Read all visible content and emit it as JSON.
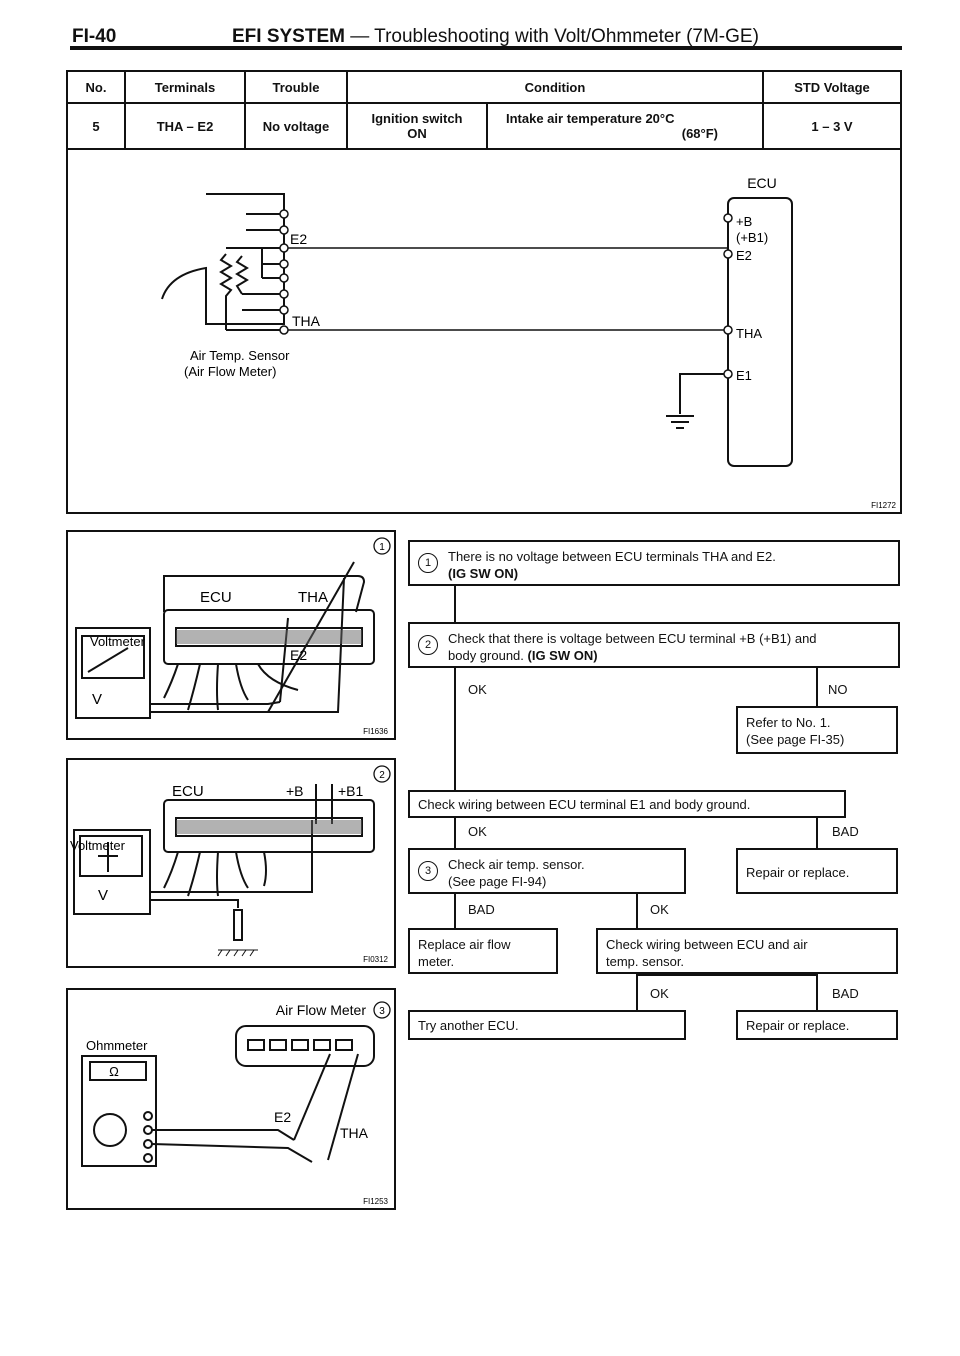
{
  "header": {
    "page_code": "FI-40",
    "title_bold": "EFI SYSTEM",
    "title_rest": " — Troubleshooting with Volt/Ohmmeter (7M-GE)"
  },
  "spec_table": {
    "headers": [
      "No.",
      "Terminals",
      "Trouble",
      "Condition",
      "STD Voltage"
    ],
    "row": {
      "no": "5",
      "terminals": "THA – E2",
      "trouble": "No voltage",
      "condition_1_line1": "Ignition switch",
      "condition_1_line2": "ON",
      "condition_2_line1": "Intake air temperature 20°C",
      "condition_2_line2": "(68°F)",
      "std_voltage": "1 – 3 V"
    }
  },
  "wiring_diagram": {
    "ecu_label": "ECU",
    "ecu_pins": [
      "+B",
      "(+B1)",
      "E2",
      "THA",
      "E1"
    ],
    "sensor_e2": "E2",
    "sensor_tha": "THA",
    "sensor_label_1": "Air Temp. Sensor",
    "sensor_label_2": "(Air Flow Meter)",
    "fig_code": "FI1272"
  },
  "panel1": {
    "step": "1",
    "ecu": "ECU",
    "tha": "THA",
    "e2": "E2",
    "meter": "Voltmeter",
    "v": "V",
    "fig_code": "FI1636"
  },
  "panel2": {
    "step": "2",
    "ecu": "ECU",
    "b": "+B",
    "b1": "+B1",
    "meter": "Voltmeter",
    "v": "V",
    "fig_code": "FI0312"
  },
  "panel3": {
    "step": "3",
    "title": "Air Flow Meter",
    "meter": "Ohmmeter",
    "ohm": "Ω",
    "e2": "E2",
    "tha": "THA",
    "fig_code": "FI1253"
  },
  "flow": {
    "step1_num": "1",
    "step1_line1": "There is no voltage between ECU terminals THA and E2.",
    "step1_line2": "(IG SW ON)",
    "step2_num": "2",
    "step2_line1": "Check that there is voltage between ECU terminal +B (+B1) and",
    "step2_line2a": "body ground. ",
    "step2_line2b": "(IG SW ON)",
    "ok_1": "OK",
    "no_1": "NO",
    "refer_line1": "Refer to No. 1.",
    "refer_line2": "(See page FI-35)",
    "check_e1": "Check wiring between ECU terminal E1 and body ground.",
    "ok_2": "OK",
    "bad_2": "BAD",
    "step3_num": "3",
    "step3_line1": "Check air temp. sensor.",
    "step3_line2": "(See page FI-94)",
    "repair_1": "Repair or replace.",
    "bad_3": "BAD",
    "ok_3": "OK",
    "replace_line1": "Replace air flow",
    "replace_line2": "meter.",
    "check_wiring_line1": "Check wiring between ECU and air",
    "check_wiring_line2": "temp. sensor.",
    "ok_4": "OK",
    "bad_4": "BAD",
    "try_ecu": "Try another ECU.",
    "repair_2": "Repair or replace."
  }
}
